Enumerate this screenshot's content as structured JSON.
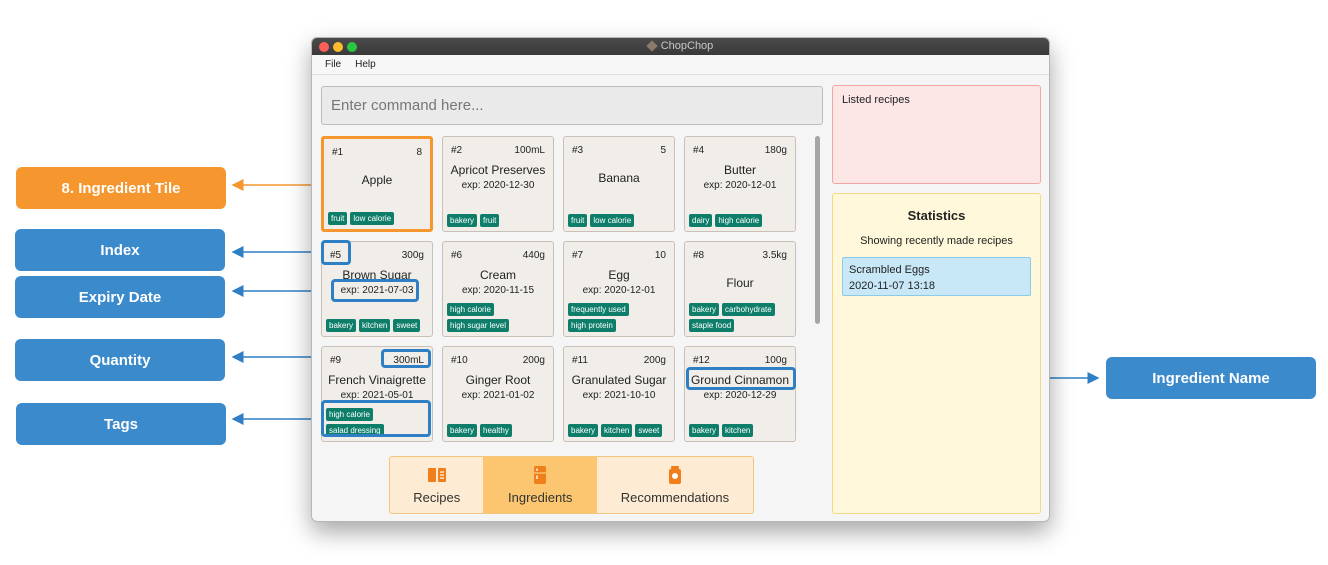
{
  "callouts": {
    "tile": "8. Ingredient Tile",
    "index": "Index",
    "expiry": "Expiry Date",
    "quantity": "Quantity",
    "tags": "Tags",
    "name": "Ingredient Name"
  },
  "colors": {
    "callout_blue": "#3a8acc",
    "callout_orange": "#f5962e",
    "tag_green": "#0e7e6a"
  },
  "window": {
    "title": "ChopChop",
    "menu": [
      "File",
      "Help"
    ],
    "command_placeholder": "Enter command here..."
  },
  "ingredients": [
    {
      "index": "#1",
      "qty": "8",
      "name": "Apple",
      "expiry": "",
      "tags": [
        "fruit",
        "low calorie"
      ]
    },
    {
      "index": "#2",
      "qty": "100mL",
      "name": "Apricot Preserves",
      "expiry": "exp: 2020-12-30",
      "tags": [
        "bakery",
        "fruit"
      ]
    },
    {
      "index": "#3",
      "qty": "5",
      "name": "Banana",
      "expiry": "",
      "tags": [
        "fruit",
        "low calorie"
      ]
    },
    {
      "index": "#4",
      "qty": "180g",
      "name": "Butter",
      "expiry": "exp: 2020-12-01",
      "tags": [
        "dairy",
        "high calorie"
      ]
    },
    {
      "index": "#5",
      "qty": "300g",
      "name": "Brown Sugar",
      "expiry": "exp: 2021-07-03",
      "tags": [
        "bakery",
        "kitchen",
        "sweet"
      ]
    },
    {
      "index": "#6",
      "qty": "440g",
      "name": "Cream",
      "expiry": "exp: 2020-11-15",
      "tags": [
        "high calorie",
        "high sugar level"
      ]
    },
    {
      "index": "#7",
      "qty": "10",
      "name": "Egg",
      "expiry": "exp: 2020-12-01",
      "tags": [
        "frequently used",
        "high protein"
      ]
    },
    {
      "index": "#8",
      "qty": "3.5kg",
      "name": "Flour",
      "expiry": "",
      "tags": [
        "bakery",
        "carbohydrate",
        "staple food"
      ]
    },
    {
      "index": "#9",
      "qty": "300mL",
      "name": "French Vinaigrette",
      "expiry": "exp: 2021-05-01",
      "tags": [
        "high calorie",
        "salad dressing"
      ]
    },
    {
      "index": "#10",
      "qty": "200g",
      "name": "Ginger Root",
      "expiry": "exp: 2021-01-02",
      "tags": [
        "bakery",
        "healthy"
      ]
    },
    {
      "index": "#11",
      "qty": "200g",
      "name": "Granulated Sugar",
      "expiry": "exp: 2021-10-10",
      "tags": [
        "bakery",
        "kitchen",
        "sweet"
      ]
    },
    {
      "index": "#12",
      "qty": "100g",
      "name": "Ground Cinnamon",
      "expiry": "exp: 2020-12-29",
      "tags": [
        "bakery",
        "kitchen"
      ]
    }
  ],
  "tabs": {
    "recipes": "Recipes",
    "ingredients": "Ingredients",
    "recommendations": "Recommendations"
  },
  "listed_recipes": "Listed recipes",
  "statistics": {
    "title": "Statistics",
    "subtitle": "Showing recently made recipes",
    "item_name": "Scrambled Eggs",
    "item_time": "2020-11-07 13:18"
  }
}
